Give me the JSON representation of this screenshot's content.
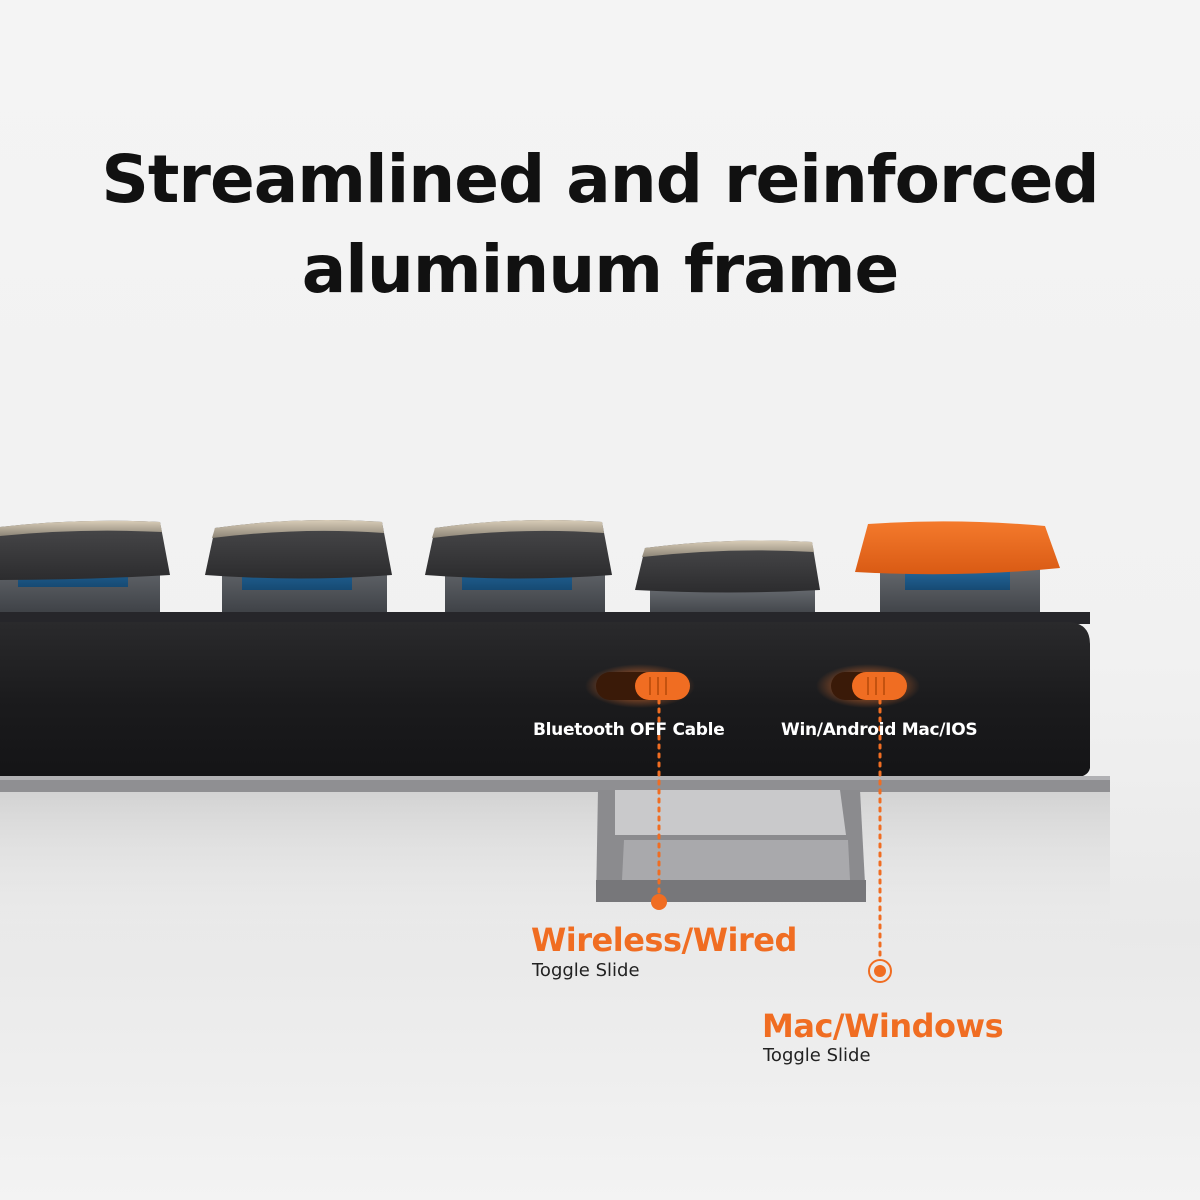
{
  "headline": {
    "line1": "Streamlined and reinforced",
    "line2": "aluminum frame"
  },
  "switches": {
    "connection_label": "Bluetooth OFF Cable",
    "os_label": "Win/Android Mac/IOS"
  },
  "callouts": {
    "wireless": {
      "title": "Wireless/Wired",
      "subtitle": "Toggle Slide"
    },
    "mac": {
      "title": "Mac/Windows",
      "subtitle": "Toggle Slide"
    }
  },
  "colors": {
    "accent": "#f06d22",
    "frame": "#1c1c1e",
    "keycap_dark": "#3a3a3c",
    "keycap_orange": "#ea6a1f",
    "switch_blue": "#1d5c8c"
  }
}
